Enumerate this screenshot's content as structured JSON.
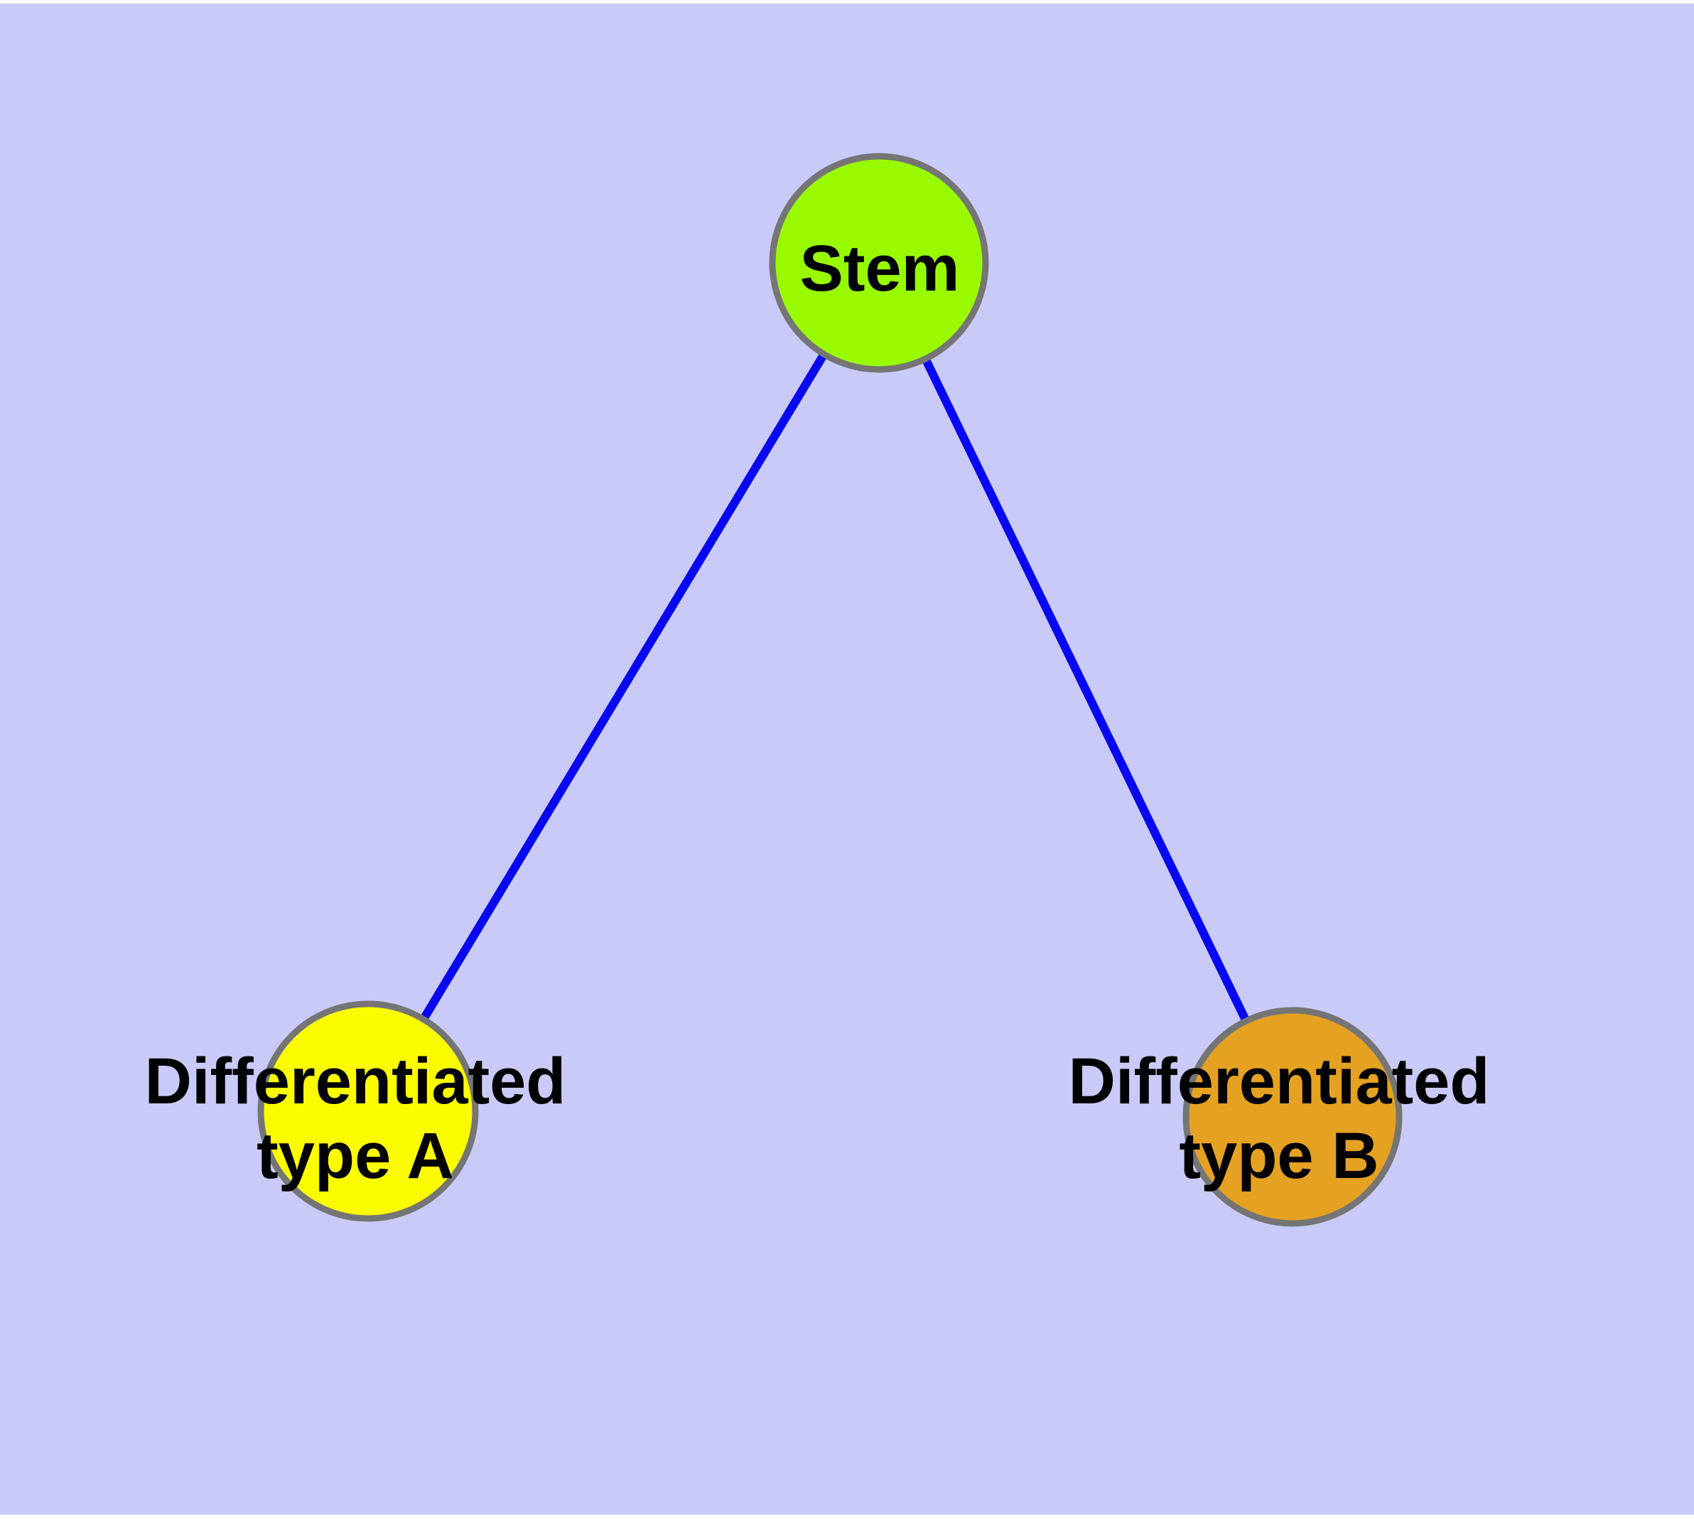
{
  "colors": {
    "page_background": "#ffffff",
    "panel_background": "#cacaf8",
    "edge": "#0808f0",
    "node_border": "#757575",
    "label_text": "#000000"
  },
  "graph": {
    "nodes": [
      {
        "id": "stem",
        "label": "Stem",
        "color": "#99fa00"
      },
      {
        "id": "differentiated-type-a",
        "label": "Differentiated type A",
        "label_line1": "Differentiated",
        "label_line2": "type A",
        "color": "#fcfc00"
      },
      {
        "id": "differentiated-type-b",
        "label": "Differentiated type B",
        "label_line1": "Differentiated",
        "label_line2": "type B",
        "color": "#e4a122"
      }
    ],
    "edges": [
      {
        "from": "stem",
        "to": "differentiated-type-a"
      },
      {
        "from": "stem",
        "to": "differentiated-type-b"
      }
    ]
  }
}
